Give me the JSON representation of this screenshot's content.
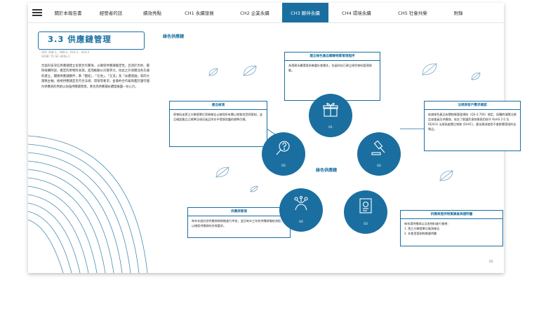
{
  "nav": {
    "items": [
      {
        "label": "關於本報告書",
        "active": false
      },
      {
        "label": "經營者的話",
        "active": false
      },
      {
        "label": "績效亮點",
        "active": false
      },
      {
        "label": "CH1  永續發展",
        "active": false
      },
      {
        "label": "CH2  企業永續",
        "active": false
      },
      {
        "label": "CH3  夥伴永續",
        "active": true
      },
      {
        "label": "CH4  環境永續",
        "active": false
      },
      {
        "label": "CH5  社會共榮",
        "active": false
      },
      {
        "label": "附錄",
        "active": false
      }
    ]
  },
  "section": {
    "title": "3.3 供應鏈管理",
    "gri_line1": "GRI: 308-1、308-2、414-1、414-2",
    "gri_line2": "SASB: TC-SC-440a.1",
    "body": "合晶科技深信供應鏈建立長期合作關係，以確保供應鏈穩定性，且須於合約、範例採購時說，確定的原物料來源，進而推動公司競爭力。除此之外須關注各先端的建立，關懷供應鏈夥伴，秉「團結」、「在地」、「交流」及「永續發展」等四大策略主軸，檢視供應鏈是否符合法規、環保等要求；並邀約合作廠商鑑於遵守國內供應商的供給以加強供應鏈管理，善也為供應鏈永續發展盡一份心力。"
  },
  "diagram": {
    "title": "綠色供應鏈",
    "center": "綠色供應鏈",
    "nodes": [
      {
        "num": "01",
        "icon": "gift-box-icon"
      },
      {
        "num": "02",
        "icon": "gavel-icon"
      },
      {
        "num": "03",
        "icon": "certificate-icon"
      },
      {
        "num": "04",
        "icon": "network-hand-icon"
      },
      {
        "num": "05",
        "icon": "magnifier-question-icon"
      }
    ],
    "boxes": {
      "b1": {
        "title": "建立綠色產品關聯物質管理程序",
        "body": "為落實永續環境與善盡社會責任，合晶科技已建立綠色物料管理規範。"
      },
      "b2": {
        "title": "法規與客戶需求確認",
        "body": "依據綠色產品有關物質管理規則（QS-2-700）規定，採購時須關注規定或會員及供應商，依含了歐盟危害物質限用指令 RoHS 2.0 及 REACH 法規高度關注物質 (SVHC)，產金屬須使用不會影響環境的化學品。"
      },
      "b3": {
        "title": "供應商提供物質調查與證明書",
        "body": "每年請供應商以及各物料進行檢視：",
        "items": [
          "1. 第三方驗證單位檢測報告",
          "2. 非使用管制物質聲明書"
        ]
      },
      "b4": {
        "title": "供應商管理",
        "body": "每年年度針對供應商物資檢進行考核，並且每年三年依供應商稽核流程，以確保供應商的合規要求。"
      },
      "b5": {
        "title": "產品檢測",
        "body": "原物料或第三方驗證單位受檢報告以確保所有關心物質其受到管制，並且確認產品之標準及現況進品附合乎環境保護的標準目標。"
      }
    }
  },
  "footer": {
    "page_number": "65"
  },
  "colors": {
    "accent": "#1a6fa0",
    "text": "#333333"
  }
}
